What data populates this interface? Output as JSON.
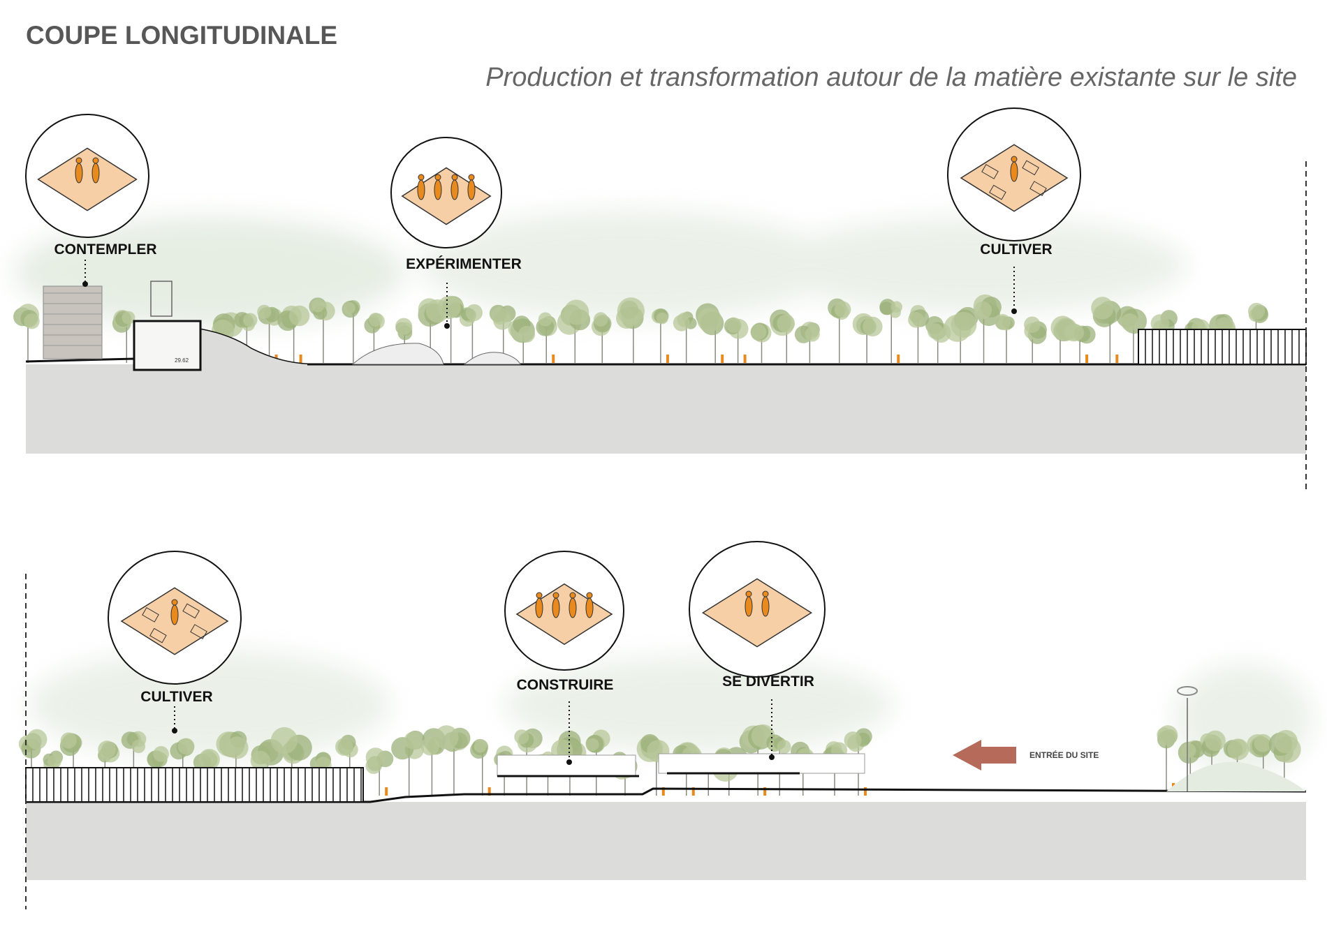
{
  "title": "COUPE LONGITUDINALE",
  "subtitle": "Production et transformation autour de la matière existante sur le site",
  "section_1": {
    "activities": [
      {
        "label": "CONTEMPLER",
        "icon": "contemplate-icon"
      },
      {
        "label": "EXPÉRIMENTER",
        "icon": "experiment-icon"
      },
      {
        "label": "CULTIVER",
        "icon": "cultivate-icon"
      }
    ],
    "elevation_label": "29.62"
  },
  "section_2": {
    "activities": [
      {
        "label": "CULTIVER",
        "icon": "cultivate-icon"
      },
      {
        "label": "CONSTRUIRE",
        "icon": "build-icon"
      },
      {
        "label": "SE DIVERTIR",
        "icon": "entertain-icon"
      }
    ],
    "entrance_label": "ENTRÉE DU SITE"
  },
  "colors": {
    "ground": "#dcdcda",
    "pictogram": "#f7cfa6",
    "figure": "#e98a1e",
    "arrow": "#b56a5a",
    "tree": "#9bb07a"
  }
}
